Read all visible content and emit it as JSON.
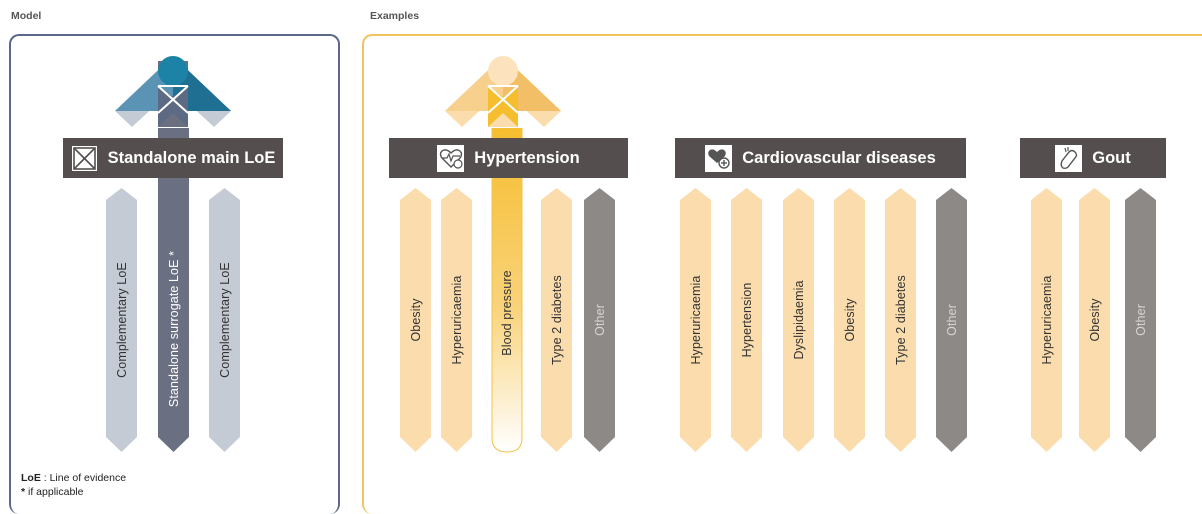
{
  "sections": {
    "model": "Model",
    "examples": "Examples"
  },
  "model": {
    "banner": "Standalone main LoE",
    "arrows": [
      "Complementary LoE",
      "Standalone surrogate LoE *",
      "Complementary LoE"
    ]
  },
  "examples": {
    "hypertension": {
      "banner": "Hypertension",
      "arrows": [
        "Obesity",
        "Hyperuricaemia",
        "Blood pressure",
        "Type 2 diabetes",
        "Other"
      ]
    },
    "cardiovascular": {
      "banner": "Cardiovascular diseases",
      "arrows": [
        "Hyperuricaemia",
        "Hypertension",
        "Dyslipidaemia",
        "Obesity",
        "Type 2 diabetes",
        "Other"
      ]
    },
    "gout": {
      "banner": "Gout",
      "arrows": [
        "Hyperuricaemia",
        "Obesity",
        "Other"
      ]
    }
  },
  "legend": {
    "loe_key": "LoE",
    "loe_text": " : Line of evidence",
    "star_key": "*",
    "star_text": " if applicable"
  },
  "colors": {
    "model_frame": "#5b6888",
    "examples_frame": "#efc45f",
    "banner": "#544f4e",
    "complementary": "#c5cbd5",
    "surrogate": "#6a6f82",
    "peach": "#fbdcad",
    "gold": "#f6bd2e",
    "other": "#8d8987"
  },
  "icons": {
    "model": "crossed-box-icon",
    "hypertension": "heart-monitor-icon",
    "cardiovascular": "heart-plus-icon",
    "gout": "foot-icon"
  }
}
